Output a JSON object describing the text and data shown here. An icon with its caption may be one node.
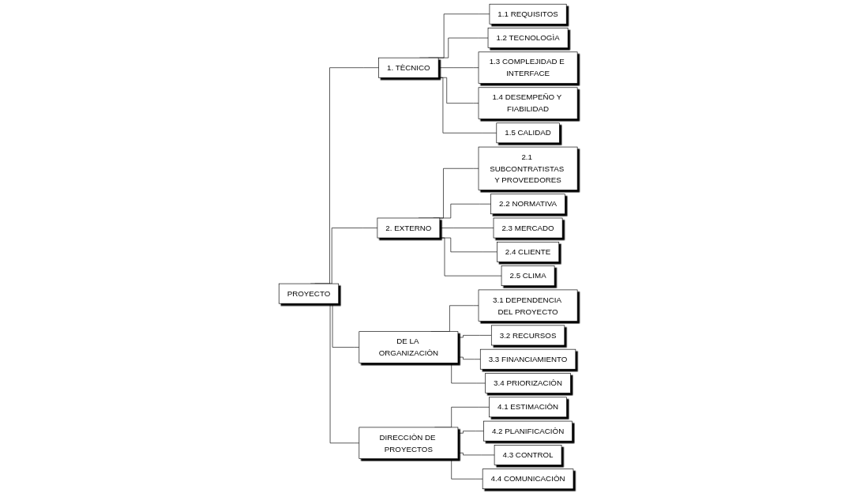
{
  "diagram": {
    "nodes": [
      {
        "text": [
          "PROYECTO"
        ]
      },
      {
        "text": [
          "1. TÈCNICO"
        ]
      },
      {
        "text": [
          "1.1 REQUISITOS"
        ]
      },
      {
        "text": [
          "1.2 TECNOLOGÌA"
        ]
      },
      {
        "text": [
          "1.3 COMPLEJIDAD E INTERFACE"
        ]
      },
      {
        "text": [
          "1.4 DESEMPEÑO Y FIABILIDAD"
        ]
      },
      {
        "text": [
          "1.5 CALIDAD"
        ]
      },
      {
        "text": [
          "2. EXTERNO"
        ]
      },
      {
        "text": [
          "2.1 SUBCONTRATISTAS Y PROVEEDORES"
        ]
      },
      {
        "text": [
          "2.2 NORMATIVA"
        ]
      },
      {
        "text": [
          "2.3 MERCADO"
        ]
      },
      {
        "text": [
          "2.4 CLIENTE"
        ]
      },
      {
        "text": [
          "2.5 CLIMA"
        ]
      },
      {
        "text": [
          "DE LA ORGANIZACIÒN"
        ]
      },
      {
        "text": [
          "3.1 DEPENDENCIA DEL PROYECTO"
        ]
      },
      {
        "text": [
          "3.2 RECURSOS"
        ]
      },
      {
        "text": [
          "3.3 FINANCIAMIENTO"
        ]
      },
      {
        "text": [
          "3.4 PRIORIZACIÒN"
        ]
      },
      {
        "text": [
          "DIRECCIÒN DE PROYECTOS"
        ]
      },
      {
        "text": [
          "4.1 ESTIMACIÒN"
        ]
      },
      {
        "text": [
          "4.2 PLANIFICACIÒN"
        ]
      },
      {
        "text": [
          "4.3 CONTROL"
        ]
      },
      {
        "text": [
          "4.4 COMUNICACIÒN"
        ]
      }
    ],
    "edges": [
      {
        "from": 0,
        "to": 1,
        "arrow": "none"
      },
      {
        "from": 0,
        "to": 7,
        "arrow": "none"
      },
      {
        "from": 0,
        "to": 13,
        "arrow": "none"
      },
      {
        "from": 0,
        "to": 18,
        "arrow": "none"
      },
      {
        "from": 1,
        "to": 2,
        "arrow": "none"
      },
      {
        "from": 1,
        "to": 3,
        "arrow": "none"
      },
      {
        "from": 1,
        "to": 4,
        "arrow": "none"
      },
      {
        "from": 1,
        "to": 5,
        "arrow": "none"
      },
      {
        "from": 1,
        "to": 6,
        "arrow": "none"
      },
      {
        "from": 7,
        "to": 8,
        "arrow": "none"
      },
      {
        "from": 7,
        "to": 9,
        "arrow": "none"
      },
      {
        "from": 7,
        "to": 10,
        "arrow": "none"
      },
      {
        "from": 7,
        "to": 11,
        "arrow": "none"
      },
      {
        "from": 7,
        "to": 12,
        "arrow": "none"
      },
      {
        "from": 13,
        "to": 14,
        "arrow": "none"
      },
      {
        "from": 13,
        "to": 15,
        "arrow": "none"
      },
      {
        "from": 13,
        "to": 16,
        "arrow": "none"
      },
      {
        "from": 13,
        "to": 17,
        "arrow": "none"
      },
      {
        "from": 18,
        "to": 19,
        "arrow": "none"
      },
      {
        "from": 18,
        "to": 20,
        "arrow": "none"
      },
      {
        "from": 18,
        "to": 21,
        "arrow": "none"
      },
      {
        "from": 18,
        "to": 22,
        "arrow": "none"
      }
    ]
  }
}
